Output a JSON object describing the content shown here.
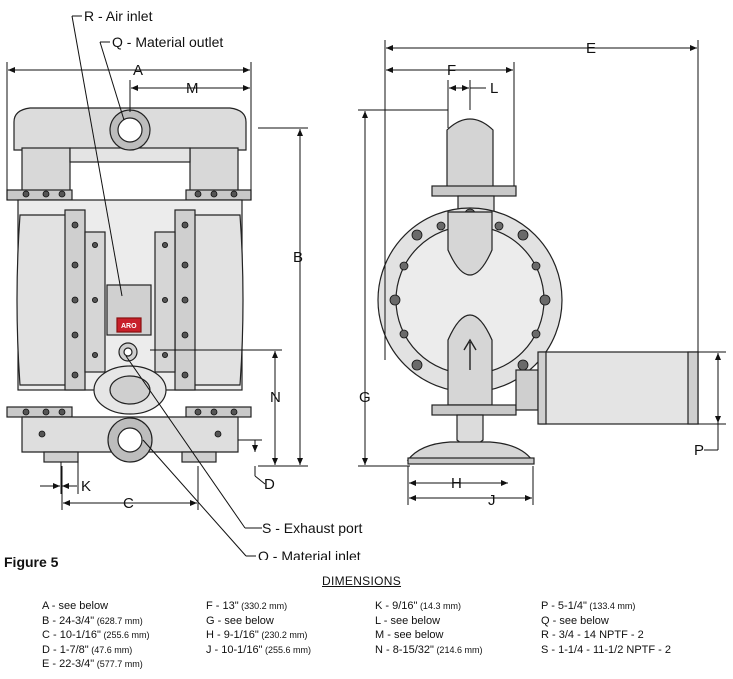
{
  "callouts": {
    "r": "R - Air inlet",
    "q_outlet": "Q - Material outlet",
    "s": "S - Exhaust port",
    "q_inlet": "Q - Material inlet"
  },
  "dim_labels": {
    "A": "A",
    "M": "M",
    "B": "B",
    "N": "N",
    "K": "K",
    "C": "C",
    "D": "D",
    "E": "E",
    "F": "F",
    "L": "L",
    "G": "G",
    "H": "H",
    "J": "J",
    "P": "P"
  },
  "logo_text": "ARO",
  "figure_title": "Figure 5",
  "dimensions_heading": "DIMENSIONS",
  "dimensions": {
    "col1": [
      {
        "main": "A - see below",
        "metric": ""
      },
      {
        "main": "B - 24-3/4\"",
        "metric": " (628.7 mm)"
      },
      {
        "main": "C - 10-1/16\"",
        "metric": " (255.6 mm)"
      },
      {
        "main": "D - 1-7/8\"",
        "metric": " (47.6 mm)"
      },
      {
        "main": "E - 22-3/4\"",
        "metric": " (577.7 mm)"
      }
    ],
    "col2": [
      {
        "main": "F - 13\"",
        "metric": " (330.2 mm)"
      },
      {
        "main": "G - see below",
        "metric": ""
      },
      {
        "main": "H - 9-1/16\"",
        "metric": " (230.2 mm)"
      },
      {
        "main": "J - 10-1/16\"",
        "metric": " (255.6 mm)"
      }
    ],
    "col3": [
      {
        "main": "K - 9/16\"",
        "metric": " (14.3 mm)"
      },
      {
        "main": "L - see below",
        "metric": ""
      },
      {
        "main": "M - see below",
        "metric": ""
      },
      {
        "main": "N - 8-15/32\"",
        "metric": " (214.6 mm)"
      }
    ],
    "col4": [
      {
        "main": "P - 5-1/4\"",
        "metric": " (133.4 mm)"
      },
      {
        "main": "Q - see below",
        "metric": ""
      },
      {
        "main": "R - 3/4 - 14 NPTF - 2",
        "metric": ""
      },
      {
        "main": "S - 1-1/4 - 11-1/2 NPTF - 2",
        "metric": ""
      }
    ]
  }
}
